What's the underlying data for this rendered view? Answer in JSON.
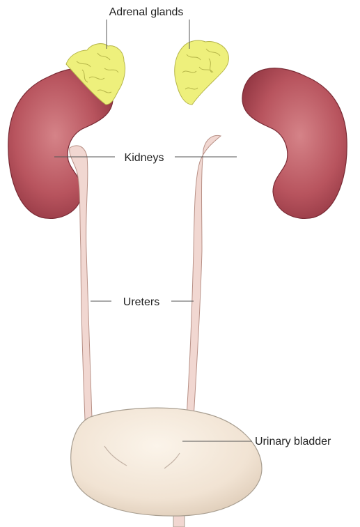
{
  "labels": {
    "adrenal_glands": "Adrenal glands",
    "kidneys": "Kidneys",
    "ureters": "Ureters",
    "urinary_bladder": "Urinary bladder"
  },
  "colors": {
    "kidney_fill": "#b8545e",
    "kidney_dark": "#8f3440",
    "kidney_light": "#d58388",
    "adrenal_fill": "#eef07c",
    "adrenal_line": "#b6b64a",
    "ureter_fill": "#f1d7d1",
    "ureter_line": "#b89086",
    "bladder_fill": "#f4e8da",
    "bladder_line": "#a89e90",
    "leader_line": "#555555"
  }
}
